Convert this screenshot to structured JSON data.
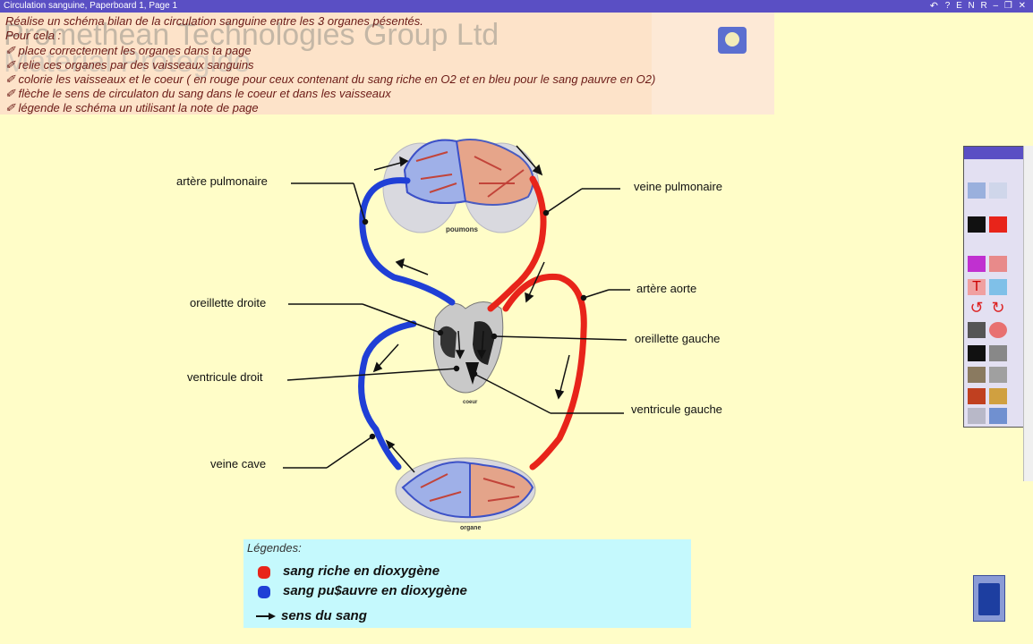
{
  "window": {
    "title": "Circulation sanguine, Paperboard 1, Page 1",
    "controls": "? E N R – ❐ ✕"
  },
  "instructions": {
    "watermark1": "Promethean Technologies Group Ltd",
    "watermark2": "Material Protegido",
    "lines": [
      "Réalise un schéma bilan de la circulation sanguine entre les 3 organes pésentés.",
      "Pour cela :",
      "✐ place correctement les organes dans ta page",
      "✐ relie ces organes par  des vaisseaux sanguins",
      "✐  colorie les vaisseaux et le coeur ( en rouge pour ceux contenant du sang riche en O2 et en bleu pour le sang pauvre en O2)",
      "✐  flèche le sens de circulaton du sang dans le coeur et dans les vaisseaux",
      "✐ légende le schéma un utilisant la note de page"
    ]
  },
  "diagram": {
    "labels": {
      "artere_pulmonaire": "artère pulmonaire",
      "veine_pulmonaire": "veine pulmonaire",
      "oreillette_droite": "oreillette droite",
      "artere_aorte": "artère aorte",
      "oreillette_gauche": "oreillette gauche",
      "ventricule_droit": "ventricule droit",
      "ventricule_gauche": "ventricule gauche",
      "veine_cave": "veine cave"
    },
    "organs": {
      "poumons": "poumons",
      "coeur": "coeur",
      "organe": "organe"
    },
    "colors": {
      "oxygen_rich": "#e8241a",
      "oxygen_poor": "#1f3fd6"
    }
  },
  "legend": {
    "heading": "Légendes:",
    "red_item": "sang riche en dioxygène",
    "blue_item": "sang pu$auvre en dioxygène",
    "arrow_item": "sens du sang"
  },
  "toolbox": {
    "tool_icons": [
      "pen-icon",
      "highlighter-icon",
      "eraser-icon",
      "text-icon",
      "fill-icon",
      "undo-icon",
      "redo-icon",
      "camera-icon",
      "clock-icon",
      "spotlight-icon",
      "magnifier-icon",
      "tools-icon",
      "ruler-icon"
    ]
  }
}
